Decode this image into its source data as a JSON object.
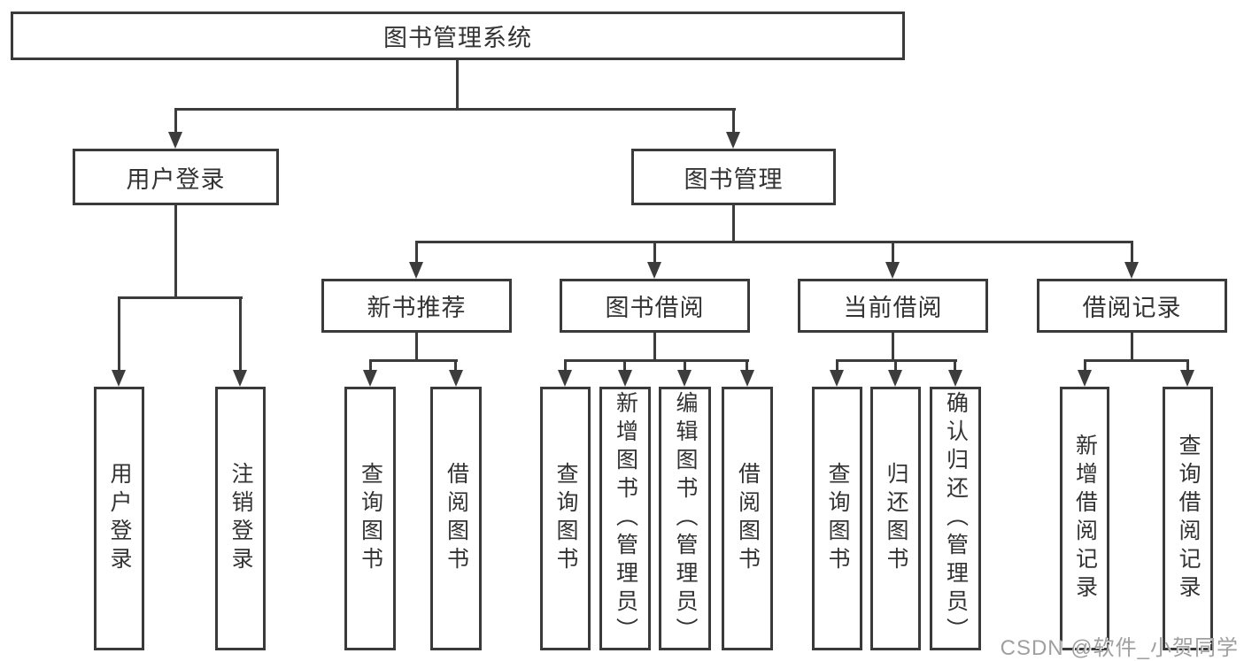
{
  "diagram": {
    "tree": {
      "label": "图书管理系统",
      "children": [
        {
          "label": "用户登录",
          "children": [
            {
              "label": "用户登录"
            },
            {
              "label": "注销登录"
            }
          ]
        },
        {
          "label": "图书管理",
          "children": [
            {
              "label": "新书推荐",
              "children": [
                {
                  "label": "查询图书"
                },
                {
                  "label": "借阅图书"
                }
              ]
            },
            {
              "label": "图书借阅",
              "children": [
                {
                  "label": "查询图书"
                },
                {
                  "label": "新增图书（管理员）"
                },
                {
                  "label": "编辑图书（管理员）"
                },
                {
                  "label": "借阅图书"
                }
              ]
            },
            {
              "label": "当前借阅",
              "children": [
                {
                  "label": "查询图书"
                },
                {
                  "label": "归还图书"
                },
                {
                  "label": "确认归还（管理员）"
                }
              ]
            },
            {
              "label": "借阅记录",
              "children": [
                {
                  "label": "新增借阅记录"
                },
                {
                  "label": "查询借阅记录"
                }
              ]
            }
          ]
        }
      ]
    },
    "colors": {
      "line": "#3c3c3c",
      "border": "#3a3a3a",
      "text": "#333333",
      "background": "#ffffff"
    }
  },
  "watermark": {
    "text": "CSDN @软件_小贺同学"
  }
}
